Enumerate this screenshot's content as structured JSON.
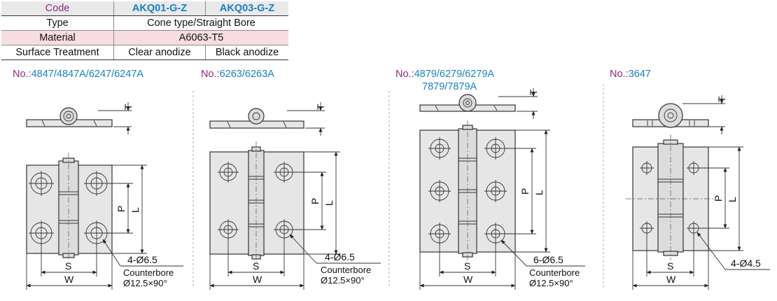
{
  "spec_table": {
    "code_label": "Code",
    "code_1": "AKQ01-G-Z",
    "code_2": "AKQ03-G-Z",
    "type_label": "Type",
    "type_value": "Cone type/Straight Bore",
    "material_label": "Material",
    "material_value": "A6063-T5",
    "surface_label": "Surface Treatment",
    "surface_1": "Clear anodize",
    "surface_2": "Black anodize"
  },
  "models": [
    {
      "prefix": "No.:",
      "numbers": "4847/4847A/6247/6247A",
      "numbers_line2": "",
      "holes": "4-Ø6.5",
      "counterbore": "Counterbore",
      "counterbore_size": "Ø12.5×90°"
    },
    {
      "prefix": "No.:",
      "numbers": "6263/6263A",
      "numbers_line2": "",
      "holes": "4-Ø6.5",
      "counterbore": "Counterbore",
      "counterbore_size": "Ø12.5×90°"
    },
    {
      "prefix": "No.:",
      "numbers": "4879/6279/6279A",
      "numbers_line2": "7879/7879A",
      "holes": "6-Ø6.5",
      "counterbore": "Counterbore",
      "counterbore_size": "Ø12.5×90°"
    },
    {
      "prefix": "No.:",
      "numbers": "3647",
      "numbers_line2": "",
      "holes": "4-Ø4.5",
      "counterbore": "",
      "counterbore_size": ""
    }
  ],
  "dimension_labels": {
    "t": "T",
    "p": "P",
    "l": "L",
    "s": "S",
    "w": "W"
  }
}
